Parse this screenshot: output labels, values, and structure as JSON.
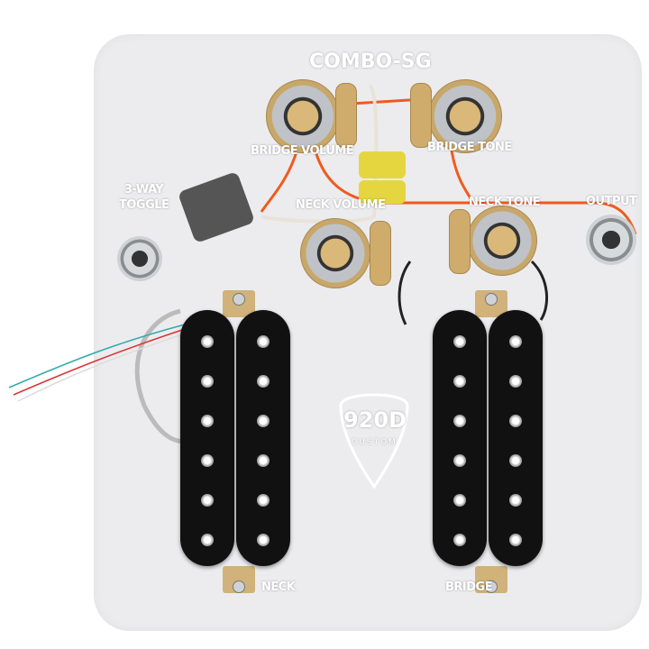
{
  "product": {
    "title": "COMBO-SG",
    "labels": {
      "bridge_volume": "BRIDGE VOLUME",
      "bridge_tone": "BRIDGE TONE",
      "toggle_line1": "3-WAY",
      "toggle_line2": "TOGGLE",
      "neck_volume": "NECK VOLUME",
      "neck_tone": "NECK TONE",
      "output": "OUTPUT",
      "neck": "NECK",
      "bridge": "BRIDGE"
    },
    "logo": {
      "brand": "920D",
      "sub": "CUSTOM"
    },
    "colors": {
      "plate": "#ececee",
      "pickup": "#111111",
      "wire_orange": "#f05a1e",
      "pot_board": "#cfac6c"
    }
  }
}
